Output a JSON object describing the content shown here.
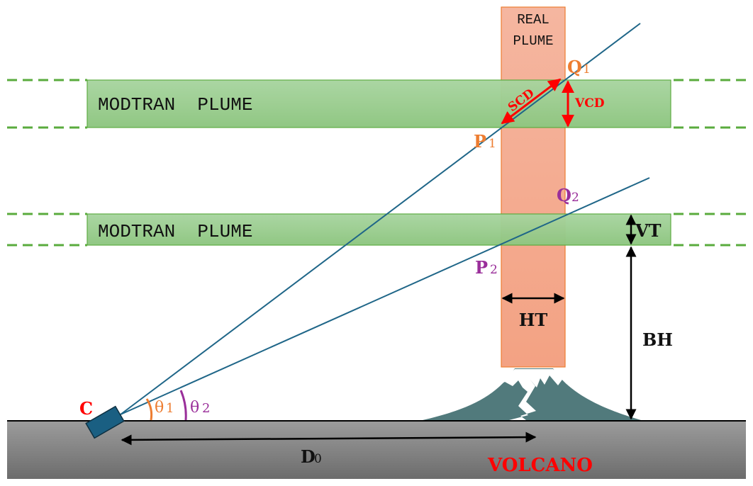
{
  "diagram": {
    "real_plume": {
      "line1": "REAL",
      "line2": "PLUME"
    },
    "modtran_plume_upper": "MODTRAN  PLUME",
    "modtran_plume_lower": "MODTRAN  PLUME",
    "labels": {
      "q1": "Q",
      "q1_sub": "1",
      "p1": "P",
      "p1_sub": "1",
      "q2": "Q",
      "q2_sub": "2",
      "p2": "P",
      "p2_sub": "2",
      "scd": "SCD",
      "vcd": "VCD",
      "vt": "VT",
      "ht": "HT",
      "bh": "BH",
      "camera": "C",
      "theta1": "θ",
      "theta1_sub": "1",
      "theta2": "θ",
      "theta2_sub": "2",
      "d0": "D",
      "d0_sub": "0",
      "volcano": "VOLCANO"
    },
    "colors": {
      "plume_fill": "#f4a98f",
      "plume_border": "#ed7d31",
      "modtran_fill_top": "#a9d5a0",
      "modtran_fill_bottom": "#8dc680",
      "modtran_border": "#5aab3d",
      "dash": "#5aab3d",
      "line_of_sight": "#1f6688",
      "orange_label": "#ed7d31",
      "purple_label": "#9a2f9a",
      "red_label": "#ff0000",
      "volcano": "#517a7c",
      "camera": "#1a5f82",
      "ground_top": "#9a9a9a",
      "ground_bottom": "#6e6e6e"
    }
  }
}
